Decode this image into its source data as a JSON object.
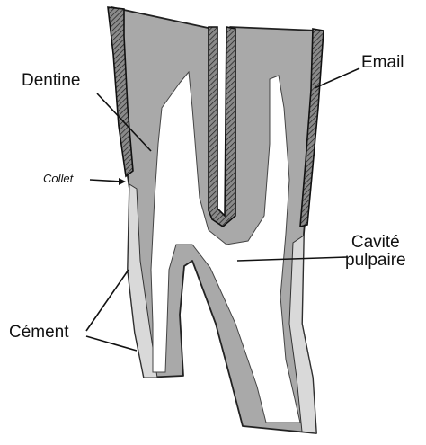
{
  "labels": {
    "dentine": "Dentine",
    "email": "Email",
    "collet": "Collet",
    "cavite_line1": "Cavité",
    "cavite_line2": "pulpaire",
    "cement": "Cément"
  },
  "colors": {
    "dentine": "#a9a9a9",
    "pulp": "#ffffff",
    "cement": "#d9d9d9",
    "outline": "#222222",
    "enamel_fill": "#6e6e6e"
  }
}
